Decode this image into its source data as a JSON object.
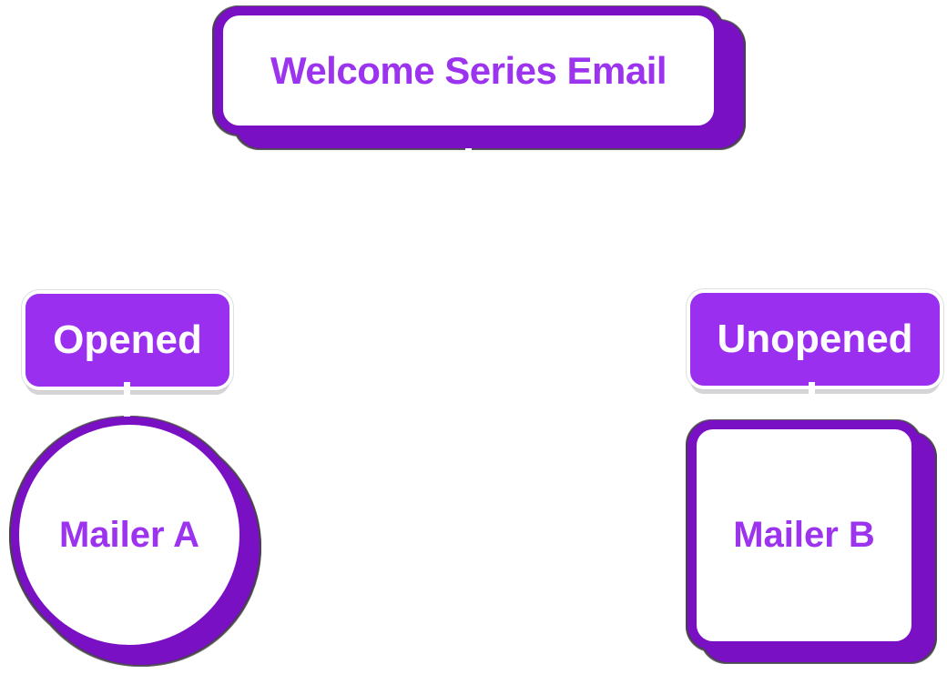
{
  "diagram": {
    "type": "flowchart",
    "nodes": {
      "welcome": {
        "label": "Welcome Series Email",
        "shape": "rounded-rectangle",
        "fill": "#ffffff",
        "border_color": "#7a10c4",
        "text_color": "#9c33ee"
      },
      "opened": {
        "label": "Opened",
        "shape": "rounded-rectangle",
        "fill": "#9a2ff0",
        "text_color": "#fdfdfe"
      },
      "unopened": {
        "label": "Unopened",
        "shape": "rounded-rectangle",
        "fill": "#9a2ff0",
        "text_color": "#fdfdfe"
      },
      "mailer_a": {
        "label": "Mailer A",
        "shape": "circle",
        "fill": "#ffffff",
        "border_color": "#7a10c4",
        "text_color": "#9c33ee"
      },
      "mailer_b": {
        "label": "Mailer B",
        "shape": "rounded-square",
        "fill": "#ffffff",
        "border_color": "#7a10c4",
        "text_color": "#9c33ee"
      }
    },
    "edges": [
      {
        "from": "welcome",
        "to": "below",
        "style": "white-stub"
      },
      {
        "from": "opened",
        "to": "mailer_a",
        "style": "white-stub"
      },
      {
        "from": "unopened",
        "to": "mailer_b",
        "style": "white-stub"
      }
    ],
    "colors": {
      "background": "#ffffff",
      "deep_purple": "#7a10c4",
      "bright_purple": "#9a2ff0",
      "label_purple": "#9c33ee",
      "outline": "rgba(70,66,74,0.85)",
      "shadow_light": "#d5d4d7"
    }
  }
}
